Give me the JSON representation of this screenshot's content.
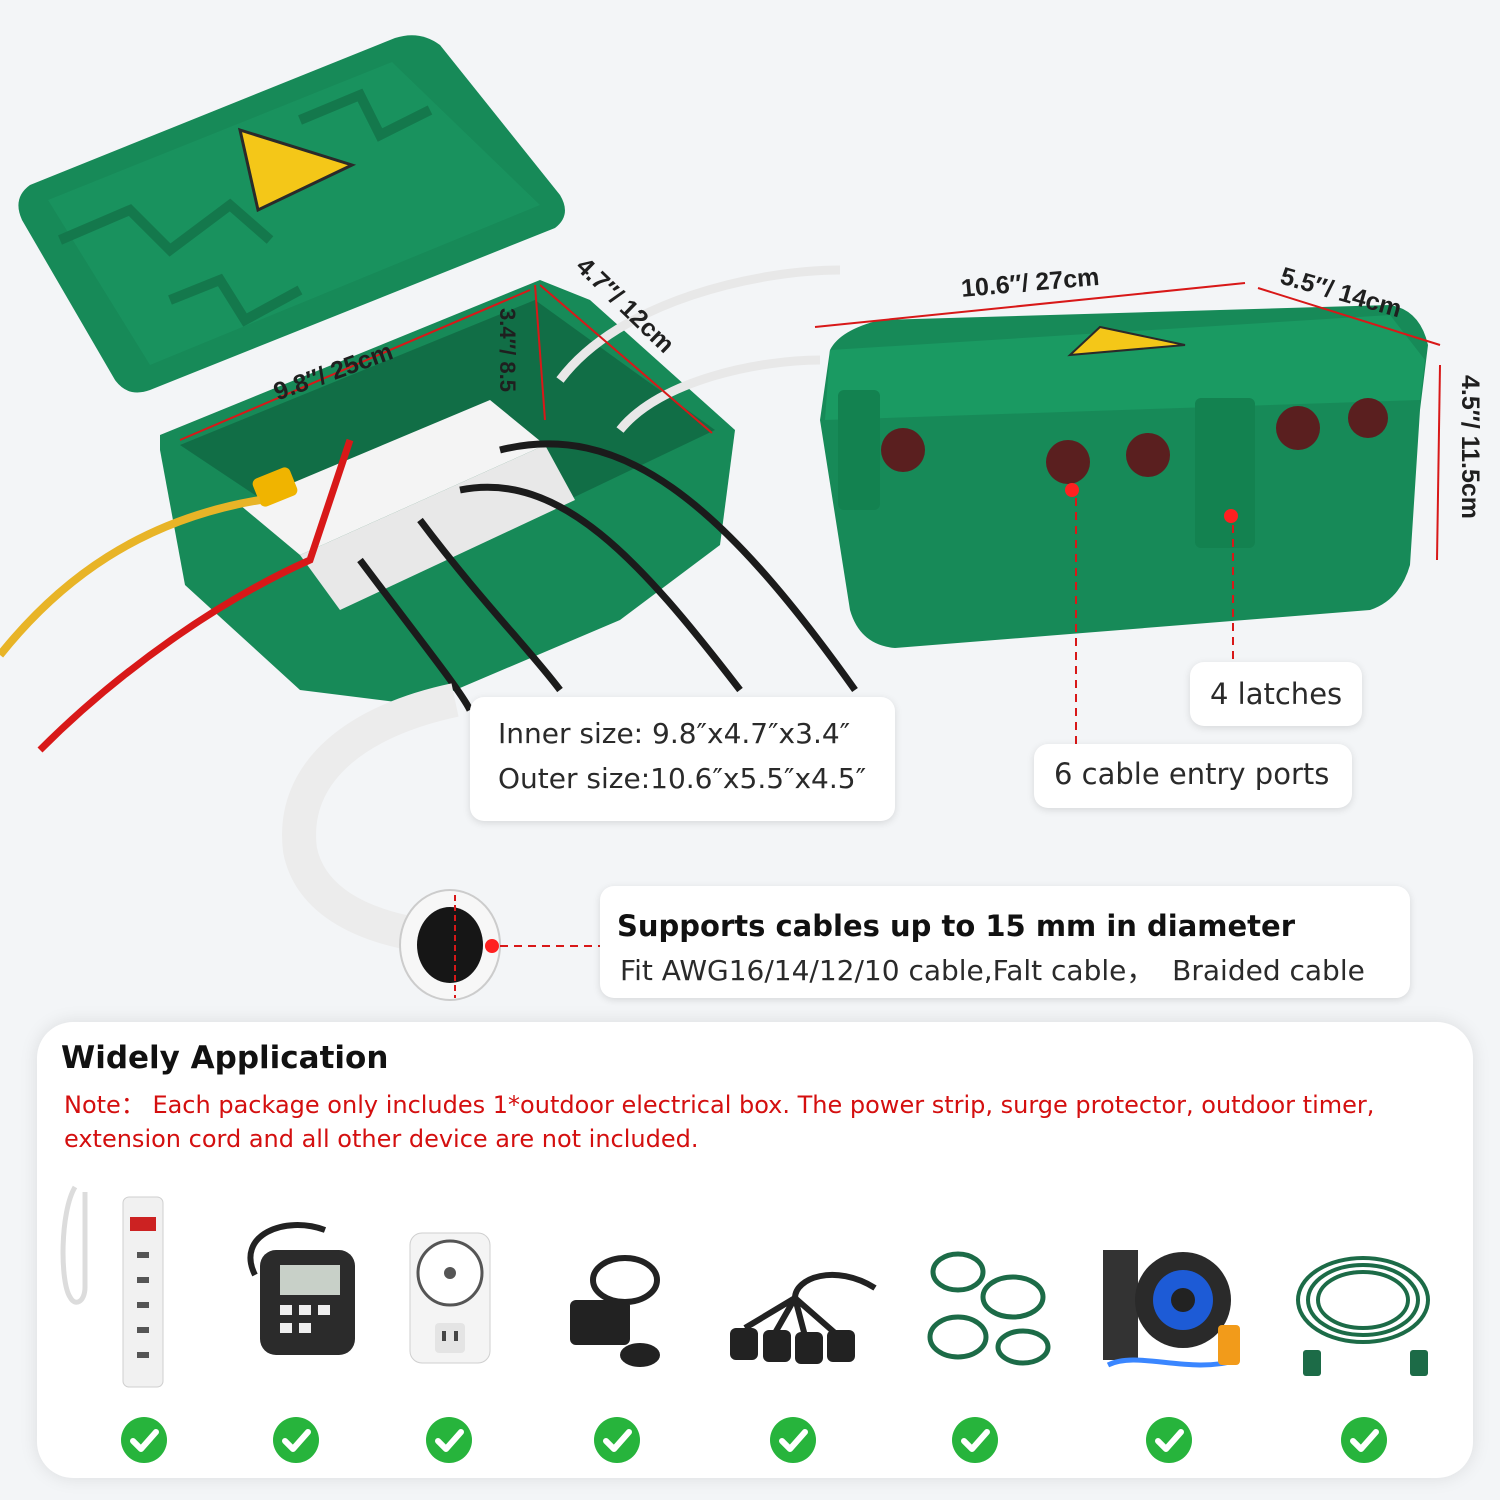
{
  "dimensions": {
    "lid_length": "9.8″/ 25cm",
    "inner_width": "4.7″/ 12cm",
    "inner_height": "3.4″/ 8.5",
    "outer_length": "10.6″/ 27cm",
    "outer_width": "5.5″/ 14cm",
    "outer_height": "4.5″/ 11.5cm"
  },
  "size_box": {
    "inner": "Inner size: 9.8″x4.7″x3.4″",
    "outer": "Outer size:10.6″x5.5″x4.5″"
  },
  "callouts": {
    "latches": "4 latches",
    "ports": "6 cable entry ports"
  },
  "cable_support": {
    "title": "Supports cables up to 15 mm in diameter",
    "detail": "Fit AWG16/14/12/10 cable,Falt cable，  Braided cable"
  },
  "application": {
    "title": "Widely Application",
    "note": "Note：  Each package only includes 1*outdoor electrical box. The power strip, surge protector, outdoor timer, extension cord and all other device are not included.",
    "products": [
      {
        "name": "power-strip",
        "supported": true
      },
      {
        "name": "digital-timer",
        "supported": true
      },
      {
        "name": "mechanical-timer",
        "supported": true
      },
      {
        "name": "remote-outlet",
        "supported": true
      },
      {
        "name": "splitter-cord",
        "supported": true
      },
      {
        "name": "green-splitter-cords",
        "supported": true
      },
      {
        "name": "cord-reel",
        "supported": true
      },
      {
        "name": "green-extension-cord",
        "supported": true
      }
    ]
  },
  "colors": {
    "box_green": "#138a5a",
    "accent_red": "#d81818",
    "check_green": "#27b43c",
    "note_red": "#d40f0f"
  }
}
